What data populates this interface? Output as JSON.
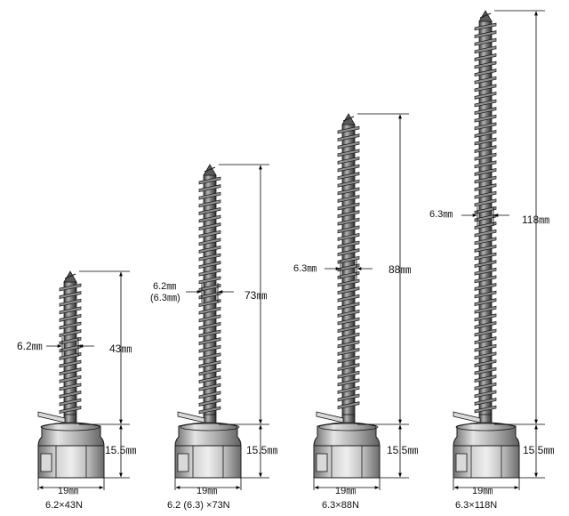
{
  "colors": {
    "metal_dark": "#5a5a5a",
    "metal_mid": "#8e8e8e",
    "metal_light": "#d9d9d9",
    "outline": "#1a1a1a",
    "dim": "#000000"
  },
  "screws": [
    {
      "model": "6.2×43N",
      "length_label": "43㎜",
      "diameter_label": "6.2㎜",
      "diameter_label_alt": "",
      "head_height_label": "15.5㎜",
      "head_width_label": "19㎜"
    },
    {
      "model": "6.2 (6.3) ×73N",
      "length_label": "73㎜",
      "diameter_label": "6.2㎜",
      "diameter_label_alt": "(6.3㎜)",
      "head_height_label": "15.5㎜",
      "head_width_label": "19㎜"
    },
    {
      "model": "6.3×88N",
      "length_label": "88㎜",
      "diameter_label": "6.3㎜",
      "diameter_label_alt": "",
      "head_height_label": "15.5㎜",
      "head_width_label": "19㎜"
    },
    {
      "model": "6.3×118N",
      "length_label": "118㎜",
      "diameter_label": "6.3㎜",
      "diameter_label_alt": "",
      "head_height_label": "15.5㎜",
      "head_width_label": "19㎜"
    }
  ]
}
